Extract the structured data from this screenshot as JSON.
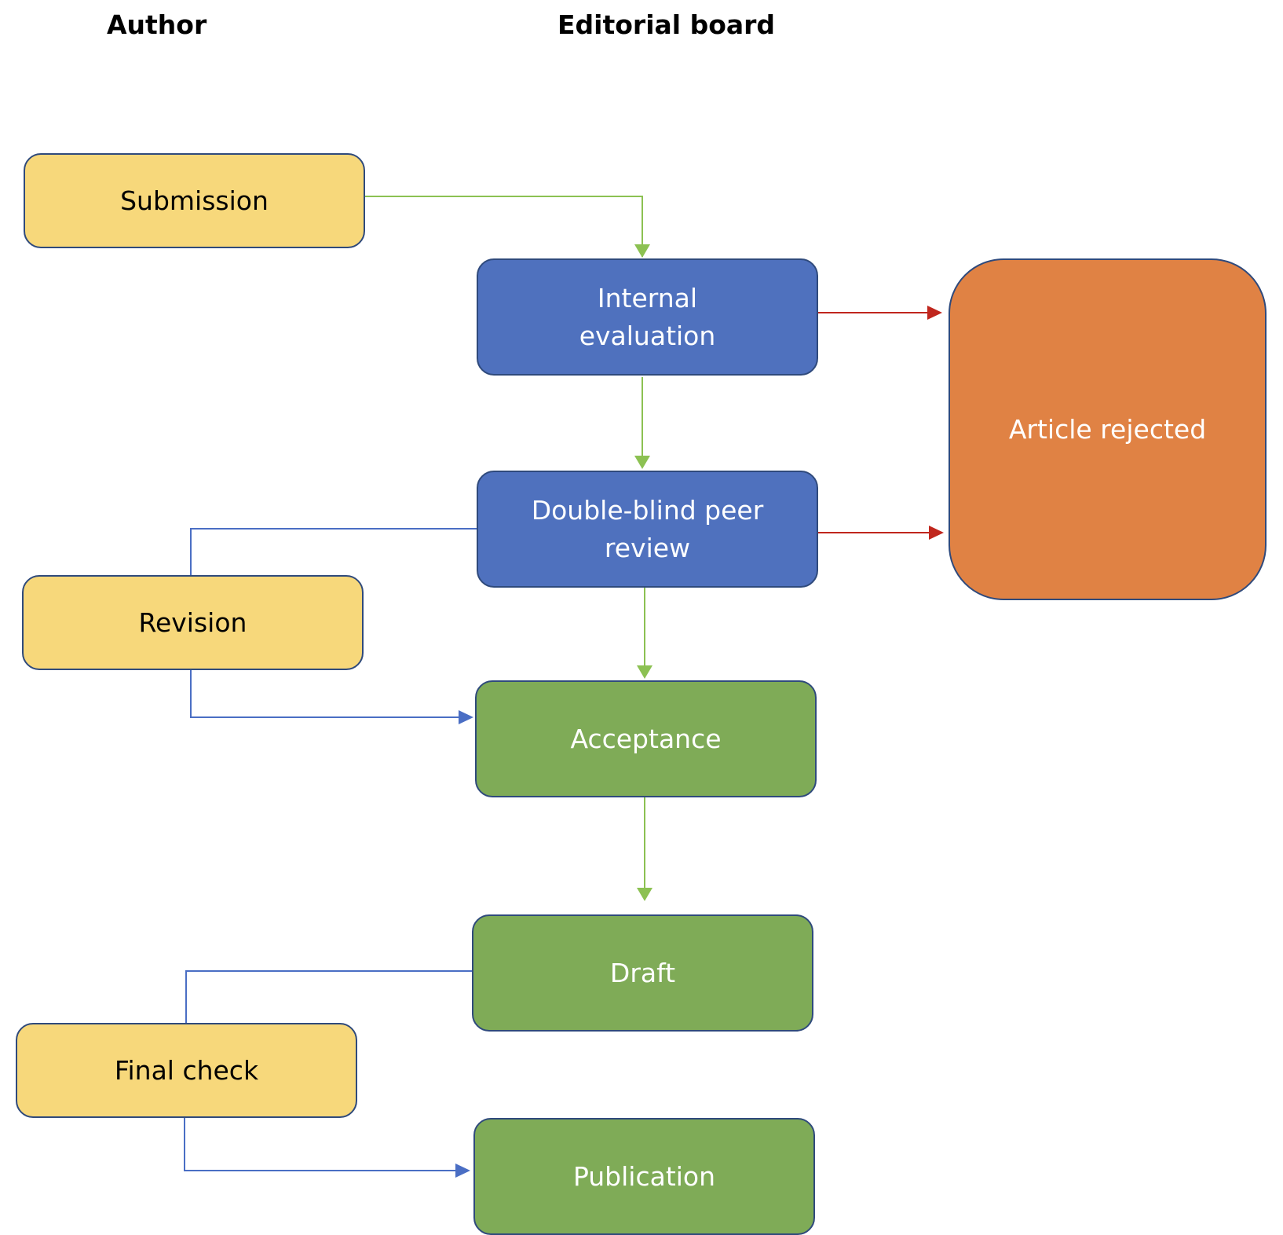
{
  "headers": {
    "author": "Author",
    "editorial_board": "Editorial board"
  },
  "nodes": {
    "submission": "Submission",
    "internal_evaluation": {
      "line1": "Internal",
      "line2": "evaluation"
    },
    "peer_review": {
      "line1": "Double-blind peer",
      "line2": "review"
    },
    "rejected": "Article rejected",
    "revision": "Revision",
    "acceptance": "Acceptance",
    "draft": "Draft",
    "final_check": "Final check",
    "publication": "Publication"
  },
  "colors": {
    "author_fill": "#f7d87b",
    "review_fill": "#4f71be",
    "accept_fill": "#7fab57",
    "reject_fill": "#e08244",
    "border": "#2f4a7c",
    "green_arrow": "#8cc152",
    "red_arrow": "#c0261d",
    "blue_line": "#4a6ec4"
  }
}
